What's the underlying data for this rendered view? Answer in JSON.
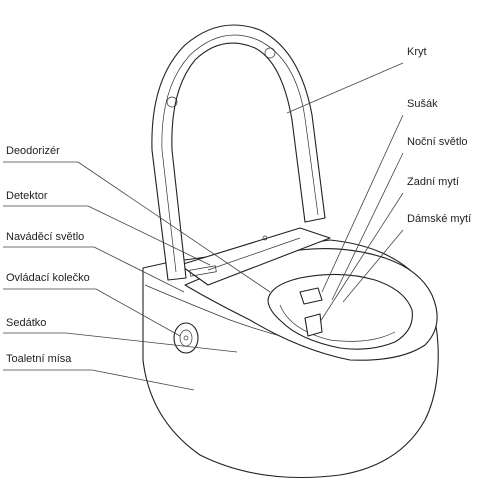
{
  "labels": {
    "kryt": "Kryt",
    "susak": "Sušák",
    "nocni_svetlo": "Noční světlo",
    "zadni_myti": "Zadní mytí",
    "damske_myti": "Dámské mytí",
    "deodorizer": "Deodorizér",
    "detektor": "Detektor",
    "navadeci_svetlo": "Naváděcí světlo",
    "ovladaci_kolecko": "Ovládací kolečko",
    "sedatko": "Sedátko",
    "toaletni_misa": "Toaletní mísa"
  }
}
